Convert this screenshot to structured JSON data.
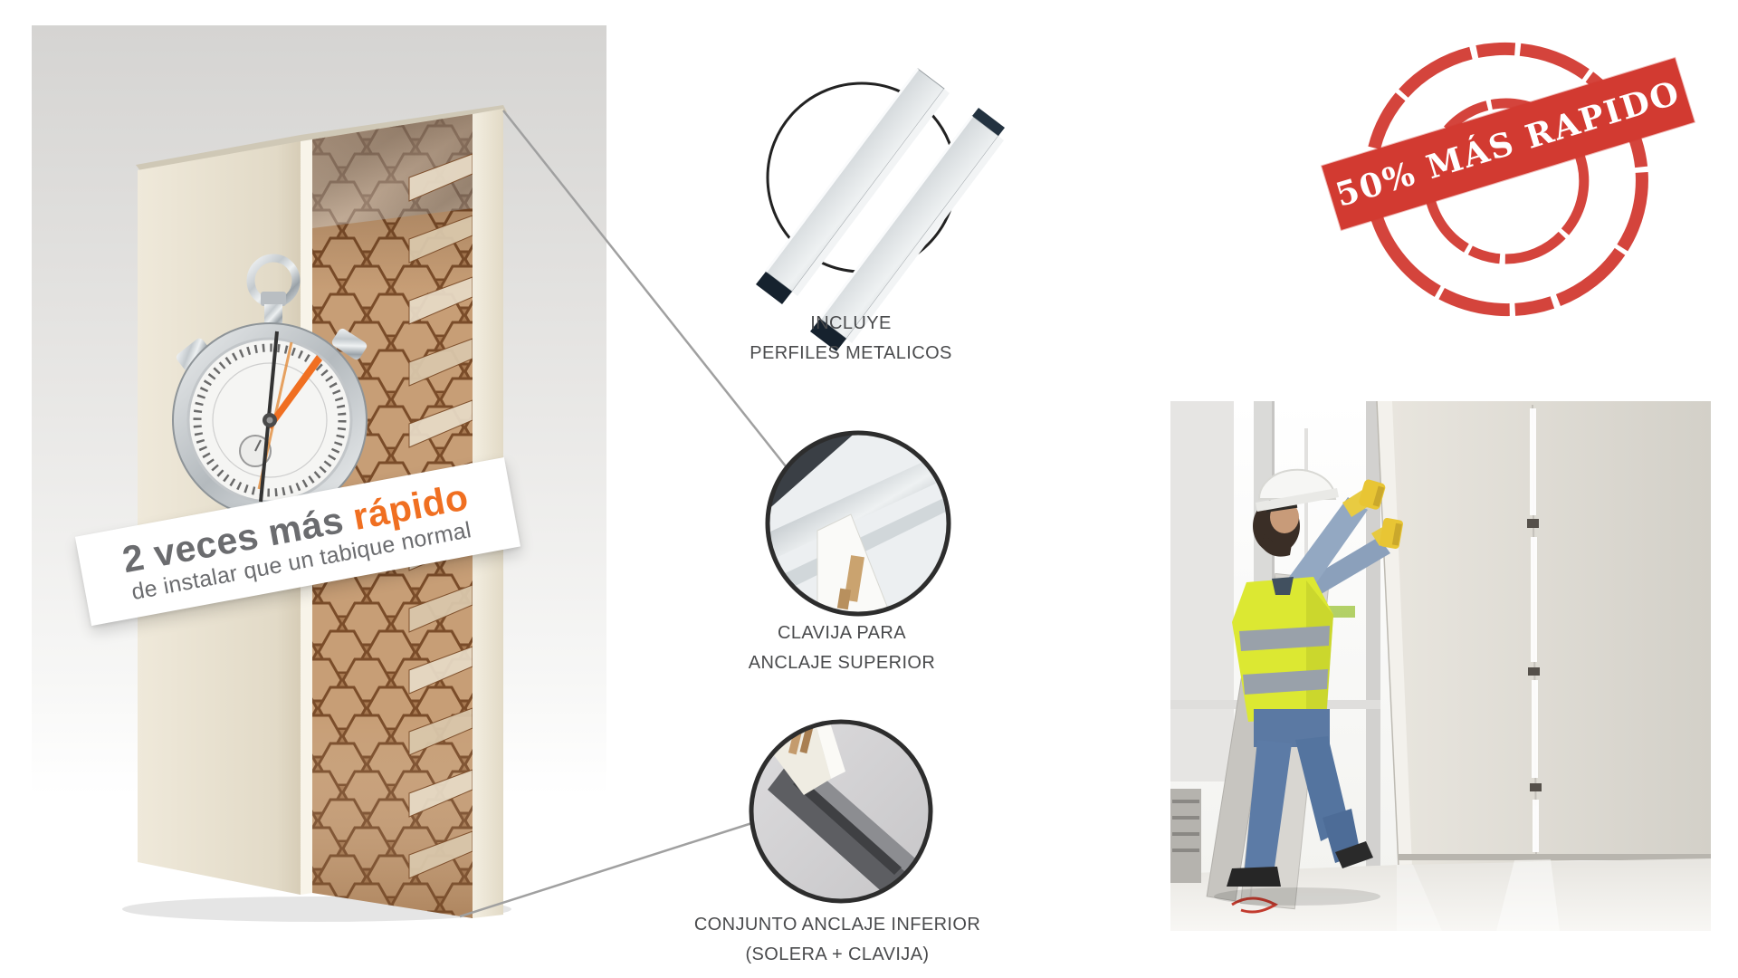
{
  "page": {
    "background": "#ffffff"
  },
  "illustration": {
    "banner": {
      "line1_prefix": "2 veces más ",
      "line1_highlight": "rápido",
      "line2": "de instalar que un tabique normal",
      "highlight_color": "#f06f21",
      "text_color": "#6b6c6f"
    },
    "callouts": [
      {
        "line1": "INCLUYE",
        "line2": "PERFILES METALICOS"
      },
      {
        "line1": "CLAVIJA PARA",
        "line2": "ANCLAJE SUPERIOR"
      },
      {
        "line1": "CONJUNTO ANCLAJE INFERIOR",
        "line2": "(SOLERA + CLAVIJA)"
      }
    ],
    "label_color": "#4a4b4d"
  },
  "stamp": {
    "text": "50% MÁS RAPIDO",
    "color": "#d23a31"
  }
}
